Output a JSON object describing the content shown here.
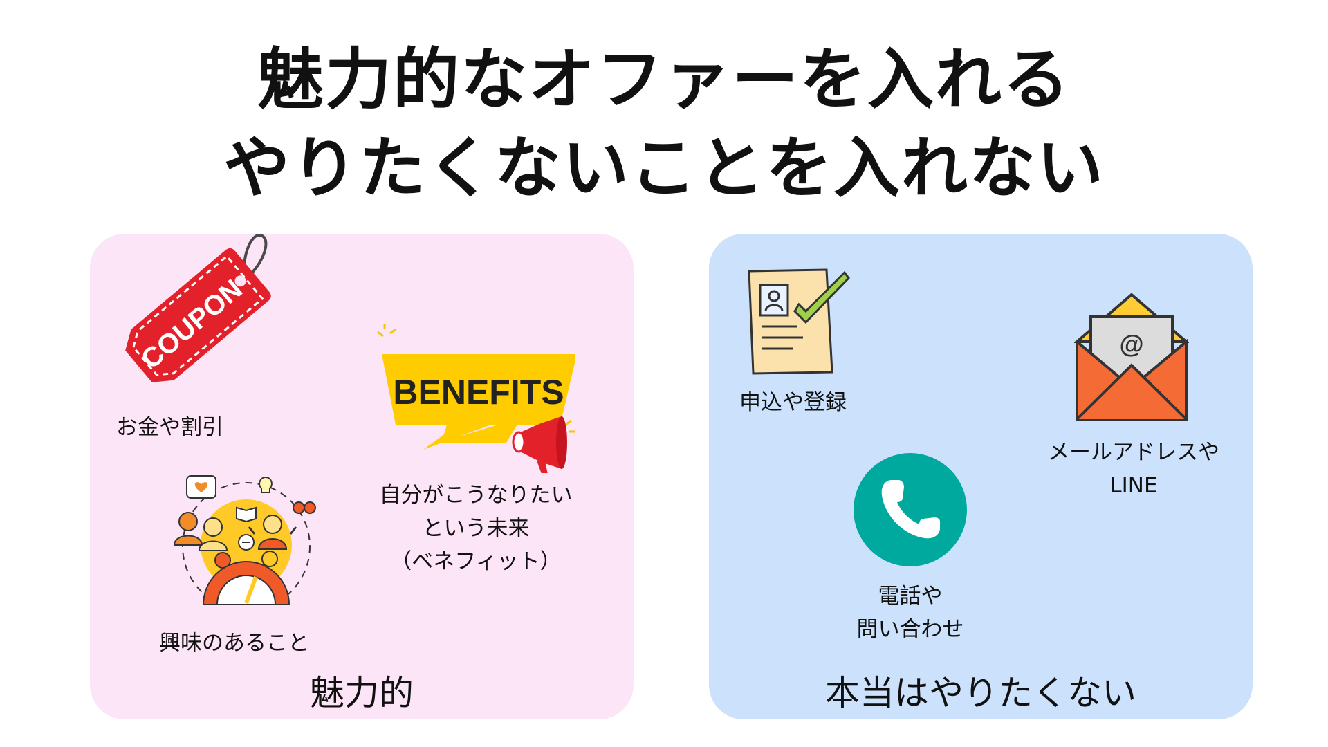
{
  "header": {
    "line1": "魅力的なオファーを入れる",
    "line2": "やりたくないことを入れない"
  },
  "left_panel": {
    "title": "魅力的",
    "color": "#fde5f8",
    "items": [
      {
        "icon": "coupon-tag-icon",
        "icon_text": "COUPON",
        "label": "お金や割引"
      },
      {
        "icon": "benefits-megaphone-icon",
        "icon_text": "BENEFITS",
        "label_lines": [
          "自分がこうなりたい",
          "という未来",
          "（ベネフィット）"
        ]
      },
      {
        "icon": "interest-people-icon",
        "label": "興味のあること"
      }
    ]
  },
  "right_panel": {
    "title": "本当はやりたくない",
    "color": "#cce1fb",
    "items": [
      {
        "icon": "application-form-icon",
        "label": "申込や登録"
      },
      {
        "icon": "email-envelope-icon",
        "icon_text": "@",
        "label_lines": [
          "メールアドレスや",
          "LINE"
        ]
      },
      {
        "icon": "phone-icon",
        "label_lines": [
          "電話や",
          "問い合わせ"
        ]
      }
    ]
  }
}
